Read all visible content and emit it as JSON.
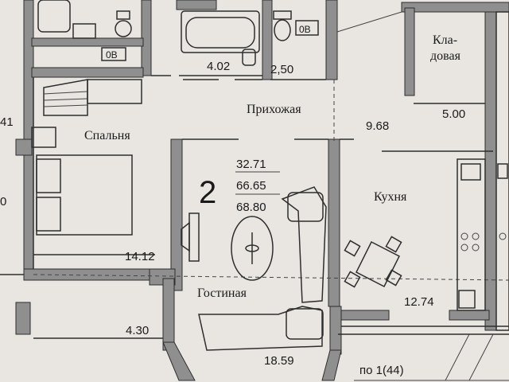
{
  "apartment": {
    "rooms_count": "2",
    "living_area": "32.71",
    "total_area": "66.65",
    "total_area_with_balcony": "68.80"
  },
  "rooms": {
    "bedroom": {
      "label": "Спальня",
      "area": "14.12"
    },
    "hallway": {
      "label": "Прихожая",
      "area": "9.68"
    },
    "storage": {
      "label_line1": "Кла-",
      "label_line2": "довая",
      "area": "5.00"
    },
    "kitchen": {
      "label": "Кухня",
      "area": "12.74"
    },
    "living": {
      "label": "Гостиная",
      "area": "18.59"
    },
    "bathroom": {
      "area": "4.02"
    },
    "toilet": {
      "area": "2,50"
    },
    "balcony": {
      "area": "4.30"
    }
  },
  "misc": {
    "ob_left": "0В",
    "ob_right": "0В",
    "edge_left_top": "41",
    "edge_left_mid": "0",
    "section_note": "по 1(44)"
  }
}
